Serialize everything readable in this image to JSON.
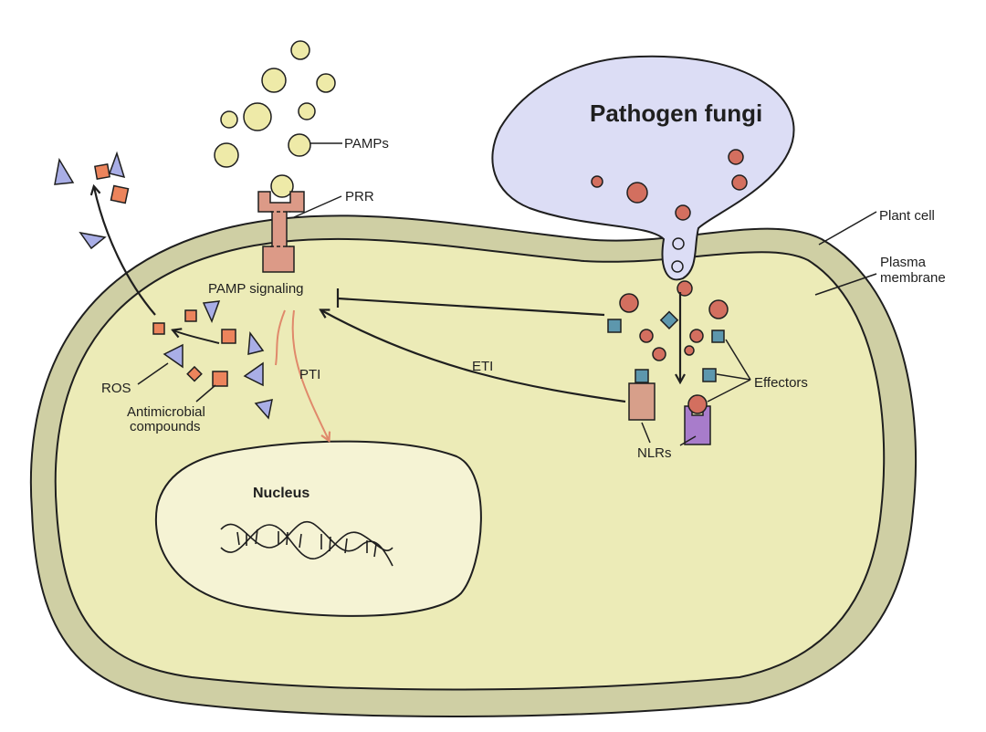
{
  "labels": {
    "pathogen": "Pathogen fungi",
    "pamps": "PAMPs",
    "prr": "PRR",
    "plant_cell": "Plant cell",
    "plasma_line1": "Plasma",
    "plasma_line2": "membrane",
    "pamp_signaling": "PAMP signaling",
    "pti": "PTI",
    "eti": "ETI",
    "ros": "ROS",
    "antimicrobial_line1": "Antimicrobial",
    "antimicrobial_line2": "compounds",
    "nucleus": "Nucleus",
    "nlrs": "NLRs",
    "effectors": "Effectors"
  },
  "colors": {
    "cell_wall": "#cfcfa4",
    "cytoplasm": "#ecebb7",
    "nucleus": "#f5f3d4",
    "pathogen": "#dcddf5",
    "pamp": "#eeeaa8",
    "receptor": "#dc9a87",
    "effector_round": "#d36f5f",
    "effector_square": "#5d97ad",
    "ros_triangle": "#a9aee6",
    "compound_square": "#ec845c",
    "nlr_box": "#d79f8a",
    "nlr_purple": "#a87ccb",
    "pti_arrow": "#e0896b"
  }
}
